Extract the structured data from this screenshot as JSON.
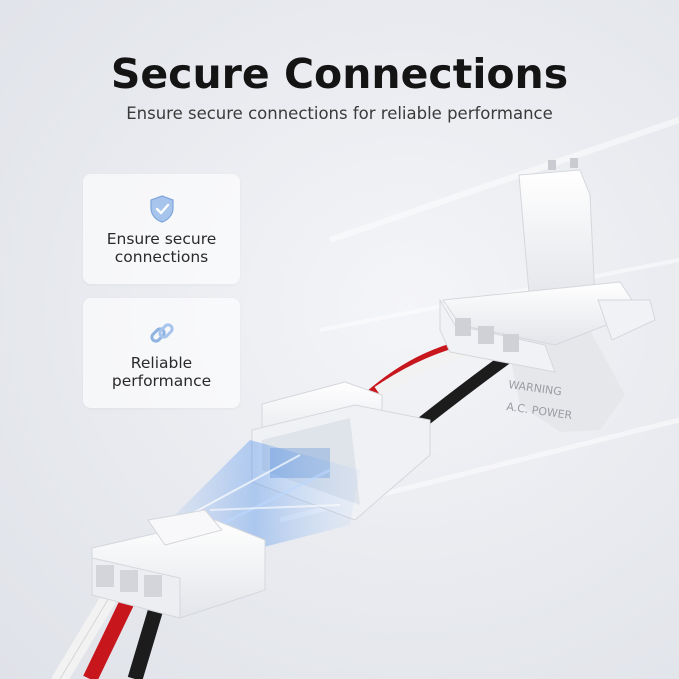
{
  "header": {
    "title": "Secure Connections",
    "subtitle": "Ensure secure connections for reliable performance"
  },
  "features": [
    {
      "icon": "shield-check-icon",
      "line1": "Ensure secure",
      "line2": "connections"
    },
    {
      "icon": "chain-link-icon",
      "line1": "Reliable",
      "line2": "performance"
    }
  ],
  "product": {
    "latch_text_1": "WARNING",
    "latch_text_2": "A.C. POWER"
  },
  "colors": {
    "accent_icon": "#8fb3e0",
    "wire_red": "#c8161d",
    "wire_black": "#1c1c1c",
    "wire_white": "#f2f2f2",
    "connector_white": "#f4f4f4"
  }
}
